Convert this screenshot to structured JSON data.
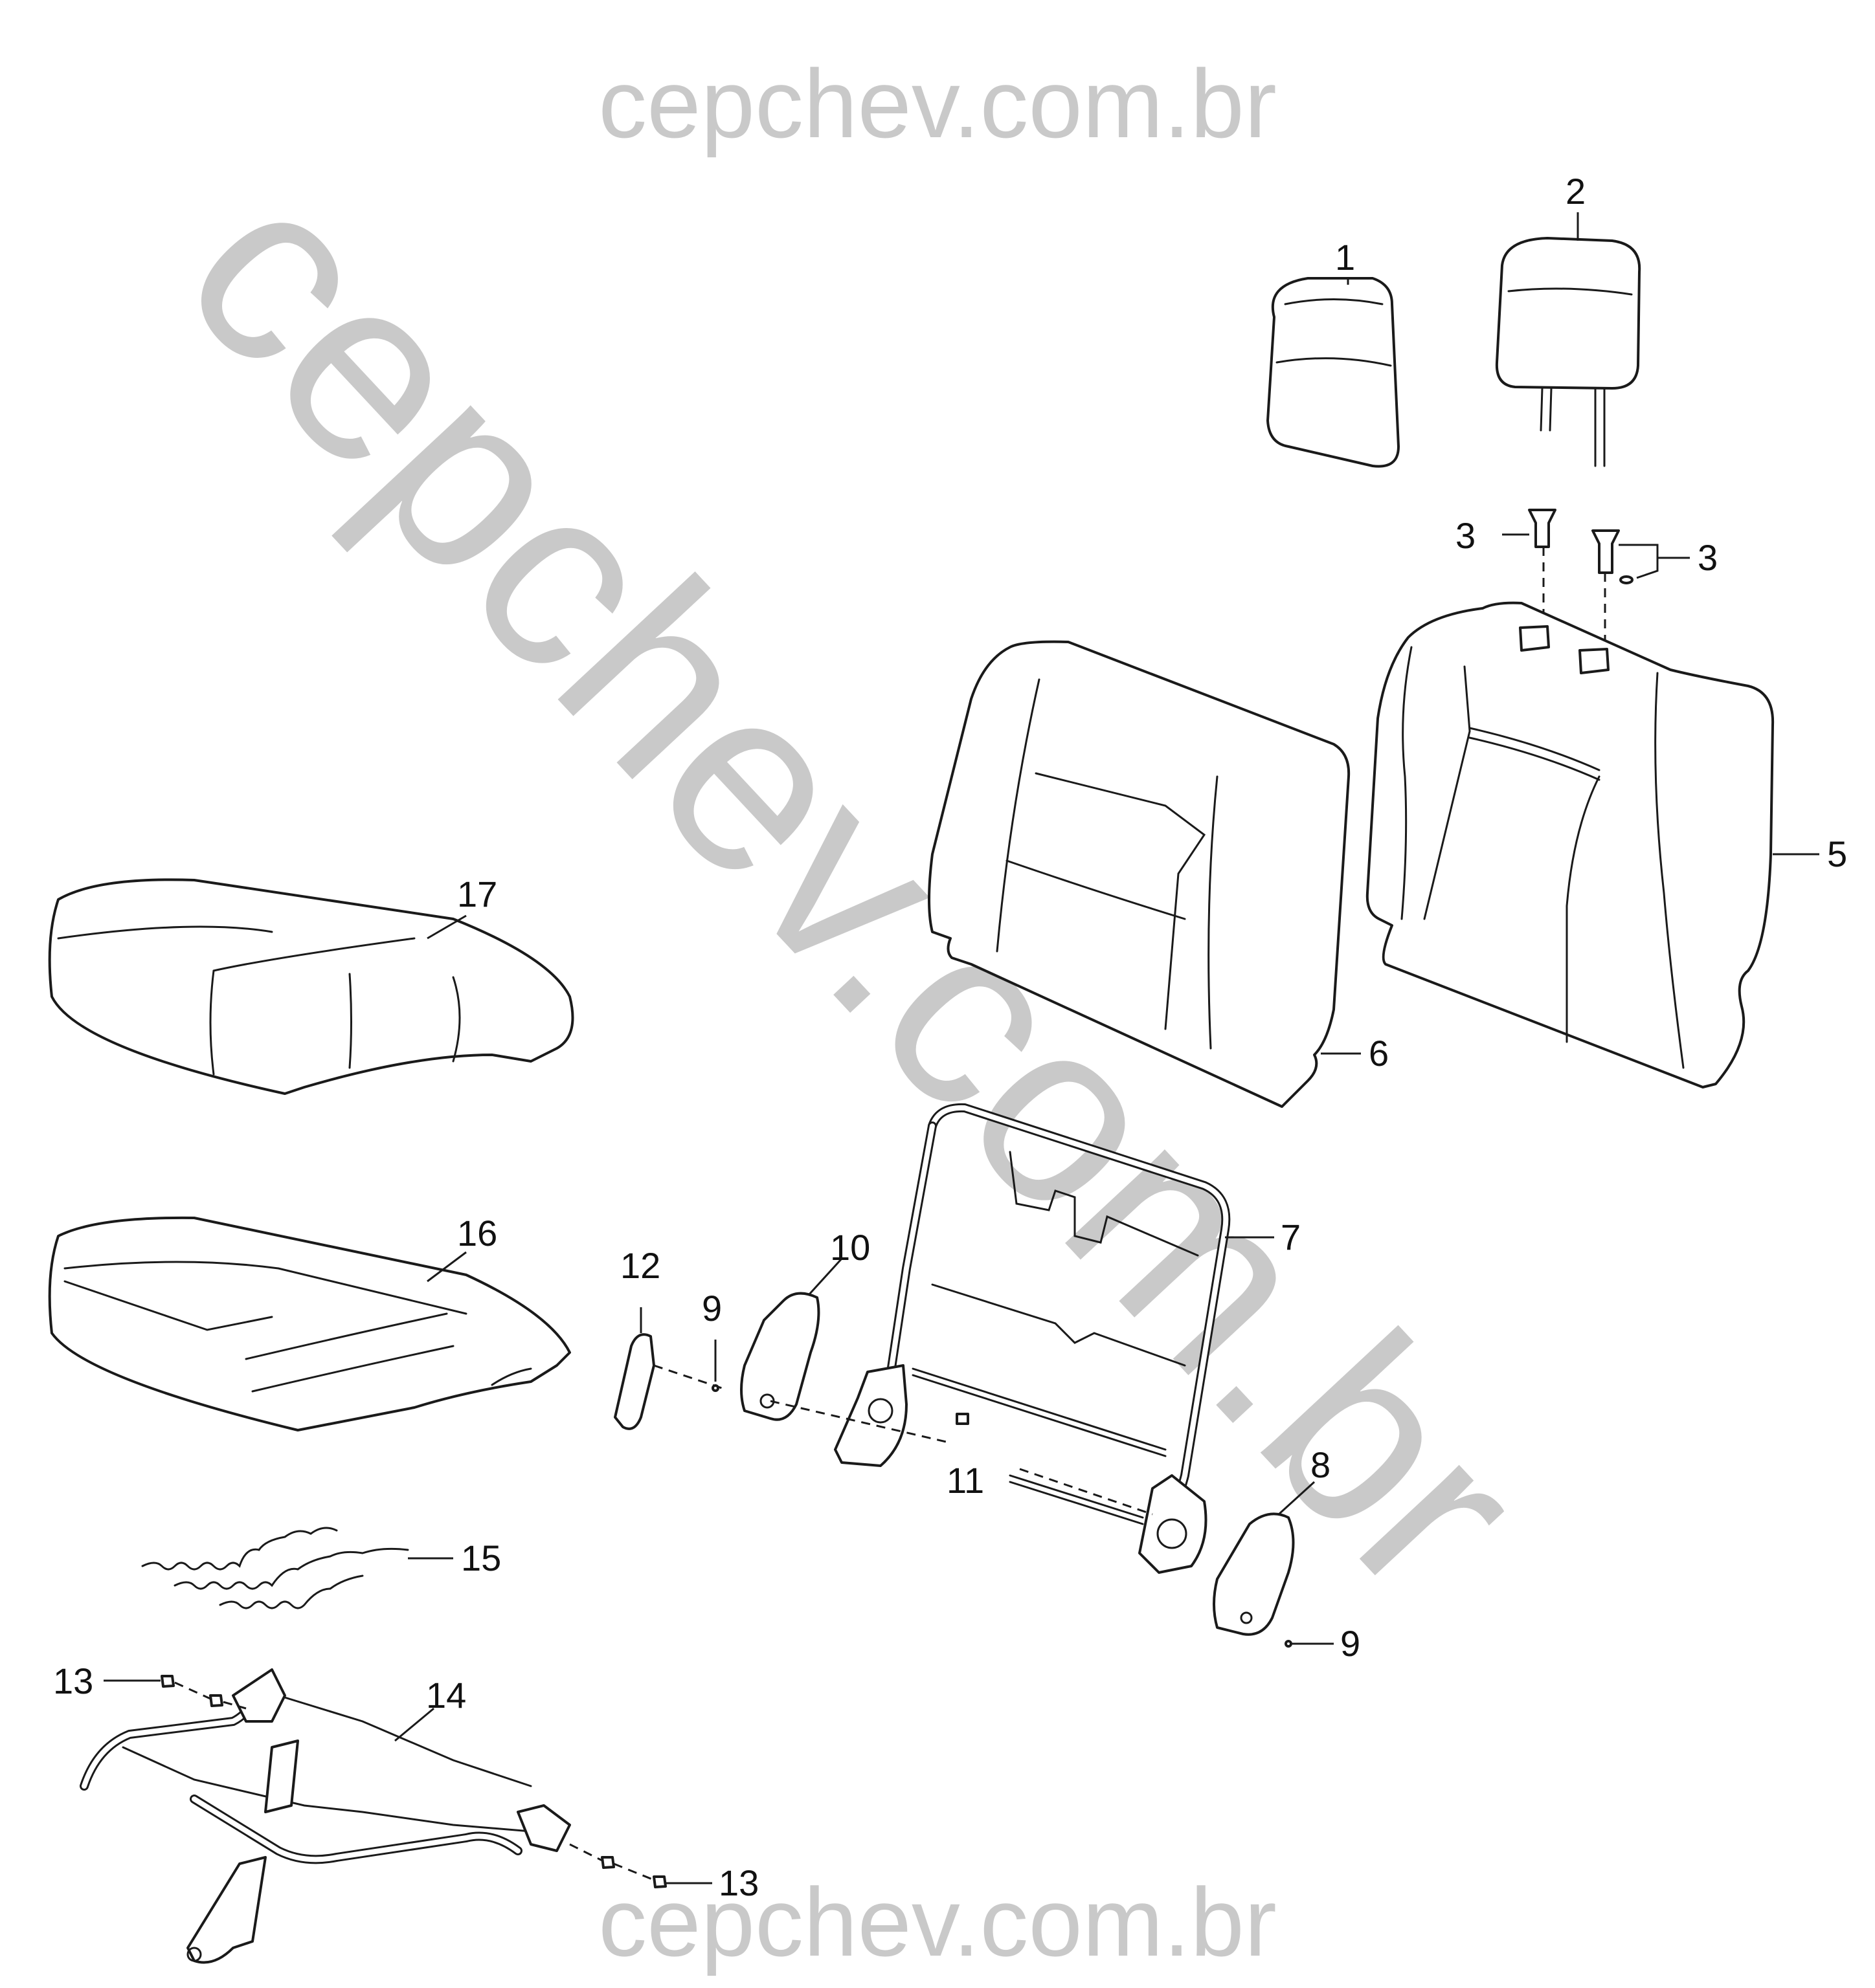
{
  "watermark": {
    "top": "cepchev.com.br",
    "diagonal": "cepchev.com.br",
    "bottom": "cepchev.com.br",
    "color": "#c9c9c9"
  },
  "callouts": [
    {
      "id": "c1",
      "label": "1"
    },
    {
      "id": "c2",
      "label": "2"
    },
    {
      "id": "c3a",
      "label": "3"
    },
    {
      "id": "c3b",
      "label": "3"
    },
    {
      "id": "c5",
      "label": "5"
    },
    {
      "id": "c6",
      "label": "6"
    },
    {
      "id": "c7",
      "label": "7"
    },
    {
      "id": "c8",
      "label": "8"
    },
    {
      "id": "c9a",
      "label": "9"
    },
    {
      "id": "c9b",
      "label": "9"
    },
    {
      "id": "c10",
      "label": "10"
    },
    {
      "id": "c11",
      "label": "11"
    },
    {
      "id": "c12",
      "label": "12"
    },
    {
      "id": "c13a",
      "label": "13"
    },
    {
      "id": "c13b",
      "label": "13"
    },
    {
      "id": "c14",
      "label": "14"
    },
    {
      "id": "c15",
      "label": "15"
    },
    {
      "id": "c16",
      "label": "16"
    },
    {
      "id": "c17",
      "label": "17"
    }
  ],
  "parts": [
    {
      "id": "p1",
      "name": "headrest-center-icon"
    },
    {
      "id": "p2",
      "name": "headrest-with-posts-icon"
    },
    {
      "id": "p3",
      "name": "headrest-guide-sleeves-icon"
    },
    {
      "id": "p5",
      "name": "seatback-cover-trimmed-icon"
    },
    {
      "id": "p6",
      "name": "seatback-pad-icon"
    },
    {
      "id": "p7",
      "name": "seatback-frame-icon"
    },
    {
      "id": "p8",
      "name": "recliner-cover-right-icon"
    },
    {
      "id": "p10",
      "name": "recliner-cover-left-icon"
    },
    {
      "id": "p12",
      "name": "recliner-handle-icon"
    },
    {
      "id": "p14",
      "name": "seat-cushion-frame-icon"
    },
    {
      "id": "p15",
      "name": "seat-springs-icon"
    },
    {
      "id": "p16",
      "name": "seat-cushion-cover-icon"
    },
    {
      "id": "p17",
      "name": "seat-cushion-pad-icon"
    }
  ],
  "colors": {
    "line": "#1a1a1a",
    "background": "#ffffff",
    "label": "#111111"
  }
}
